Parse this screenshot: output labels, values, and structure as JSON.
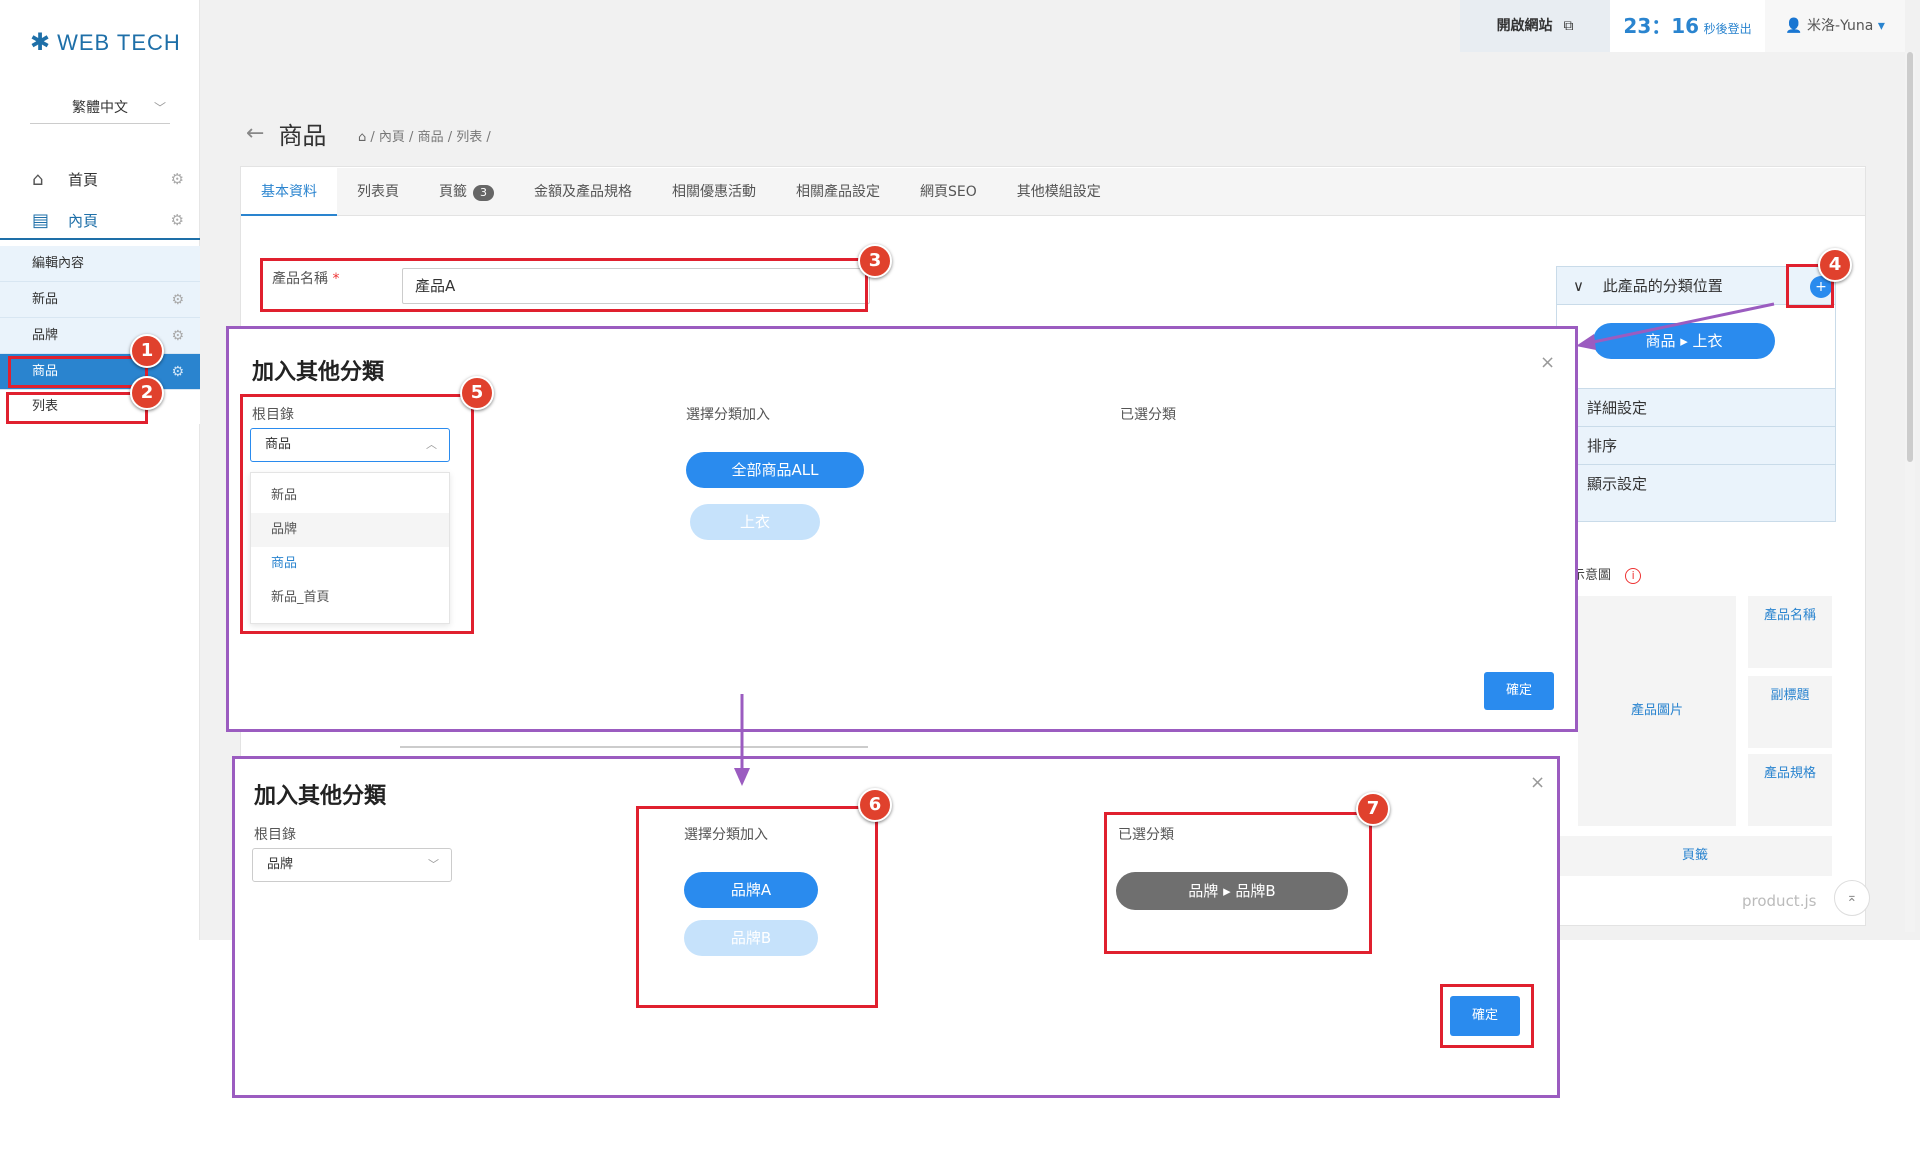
{
  "brand": {
    "name": "WEB TECH"
  },
  "sidebar": {
    "language": "繁體中文",
    "top_items": [
      {
        "label": "首頁"
      },
      {
        "label": "內頁"
      }
    ],
    "sub_items": [
      {
        "label": "編輯內容"
      },
      {
        "label": "新品"
      },
      {
        "label": "品牌"
      },
      {
        "label": "商品"
      },
      {
        "label": "列表"
      }
    ]
  },
  "header": {
    "open_site": "開啟網站",
    "timer_min": "23",
    "timer_sep": "：",
    "timer_sec": "16",
    "timer_suffix": "秒後登出",
    "user": "米洛-Yuna"
  },
  "page": {
    "title": "商品",
    "breadcrumb": "/ 內頁 / 商品 / 列表 /"
  },
  "tabs": [
    {
      "label": "基本資料"
    },
    {
      "label": "列表頁"
    },
    {
      "label": "頁籤",
      "badge": "3"
    },
    {
      "label": "金額及產品規格"
    },
    {
      "label": "相關優惠活動"
    },
    {
      "label": "相關產品設定"
    },
    {
      "label": "網頁SEO"
    },
    {
      "label": "其他模組設定"
    }
  ],
  "form": {
    "name_label": "產品名稱",
    "required_mark": "*",
    "name_value": "產品A"
  },
  "right_panel": {
    "category_header": "此產品的分類位置",
    "category_pill_a": "商品",
    "category_pill_b": "上衣",
    "rows": [
      {
        "label": "詳細設定"
      },
      {
        "label": "排序"
      },
      {
        "label": "顯示設定"
      }
    ],
    "preview_label": "示意圖",
    "cells": {
      "image": "產品圖片",
      "name": "產品名稱",
      "subtitle": "副標題",
      "spec": "產品規格",
      "tabs": "頁籤"
    },
    "footer_file": "product.js"
  },
  "modal1": {
    "title": "加入其他分類",
    "col_root": "根目錄",
    "col_choose": "選擇分類加入",
    "col_selected": "已選分類",
    "root_value": "商品",
    "dropdown_options": [
      {
        "label": "新品"
      },
      {
        "label": "品牌"
      },
      {
        "label": "商品"
      },
      {
        "label": "新品_首頁"
      }
    ],
    "choice_primary": "全部商品ALL",
    "choice_secondary": "上衣",
    "confirm": "確定"
  },
  "modal2": {
    "title": "加入其他分類",
    "col_root": "根目錄",
    "col_choose": "選擇分類加入",
    "col_selected": "已選分類",
    "root_value": "品牌",
    "choice_primary": "品牌A",
    "choice_secondary": "品牌B",
    "selected_a": "品牌",
    "selected_b": "品牌B",
    "confirm": "確定"
  },
  "markers": [
    "1",
    "2",
    "3",
    "4",
    "5",
    "6",
    "7"
  ],
  "colors": {
    "accent": "#2a84cf",
    "annotation_red": "#e0202e",
    "annotation_purple": "#9b5cc0",
    "marker": "#e0412d"
  }
}
